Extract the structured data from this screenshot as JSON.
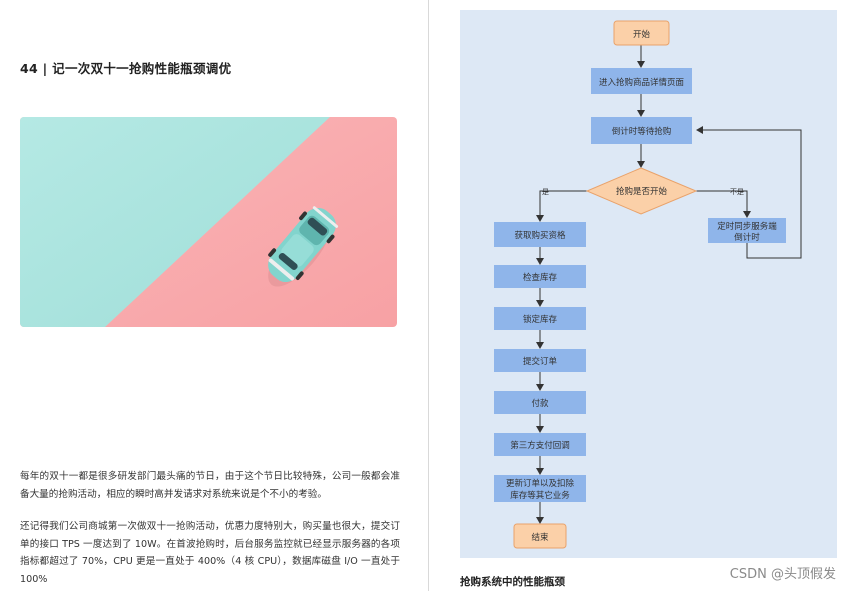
{
  "left_page": {
    "chapter_title": "44 | 记一次双十一抢购性能瓶颈调优",
    "paragraphs": [
      "每年的双十一都是很多研发部门最头痛的节日，由于这个节日比较特殊，公司一般都会准备大量的抢购活动，相应的瞬时高并发请求对系统来说是个不小的考验。",
      "还记得我们公司商城第一次做双十一抢购活动，优惠力度特别大，购买量也很大，提交订单的接口 TPS 一度达到了 10W。在首波抢购时，后台服务监控就已经显示服务器的各项指标都超过了 70%，CPU 更是一直处于 400%（4 核 CPU），数据库磁盘 I/O 一直处于 100%"
    ]
  },
  "flowchart": {
    "nodes": {
      "start": "开始",
      "enter_page": "进入抢购商品详情页面",
      "countdown": "倒计时等待抢购",
      "decision": "抢购是否开始",
      "sync": [
        "定时同步服务端",
        "倒计时"
      ],
      "get_qualification": "获取购买资格",
      "check_stock": "检查库存",
      "lock_stock": "锁定库存",
      "submit_order": "提交订单",
      "pay": "付款",
      "callback": "第三方支付回调",
      "update": [
        "更新订单以及扣除",
        "库存等其它业务"
      ],
      "end": "结束"
    },
    "edges": {
      "yes": "是",
      "no": "不是"
    },
    "caption": "抢购系统中的性能瓶颈"
  },
  "watermark": "CSDN @头顶假发",
  "colors": {
    "panel_bg": "#dde8f5",
    "process_fill": "#8fb5ea",
    "terminal_fill": "#fbd0a8",
    "terminal_stroke": "#e9a26a",
    "hero_teal": "#a9e4df",
    "hero_pink": "#f9a9ab",
    "car": "#7fd3cc"
  }
}
